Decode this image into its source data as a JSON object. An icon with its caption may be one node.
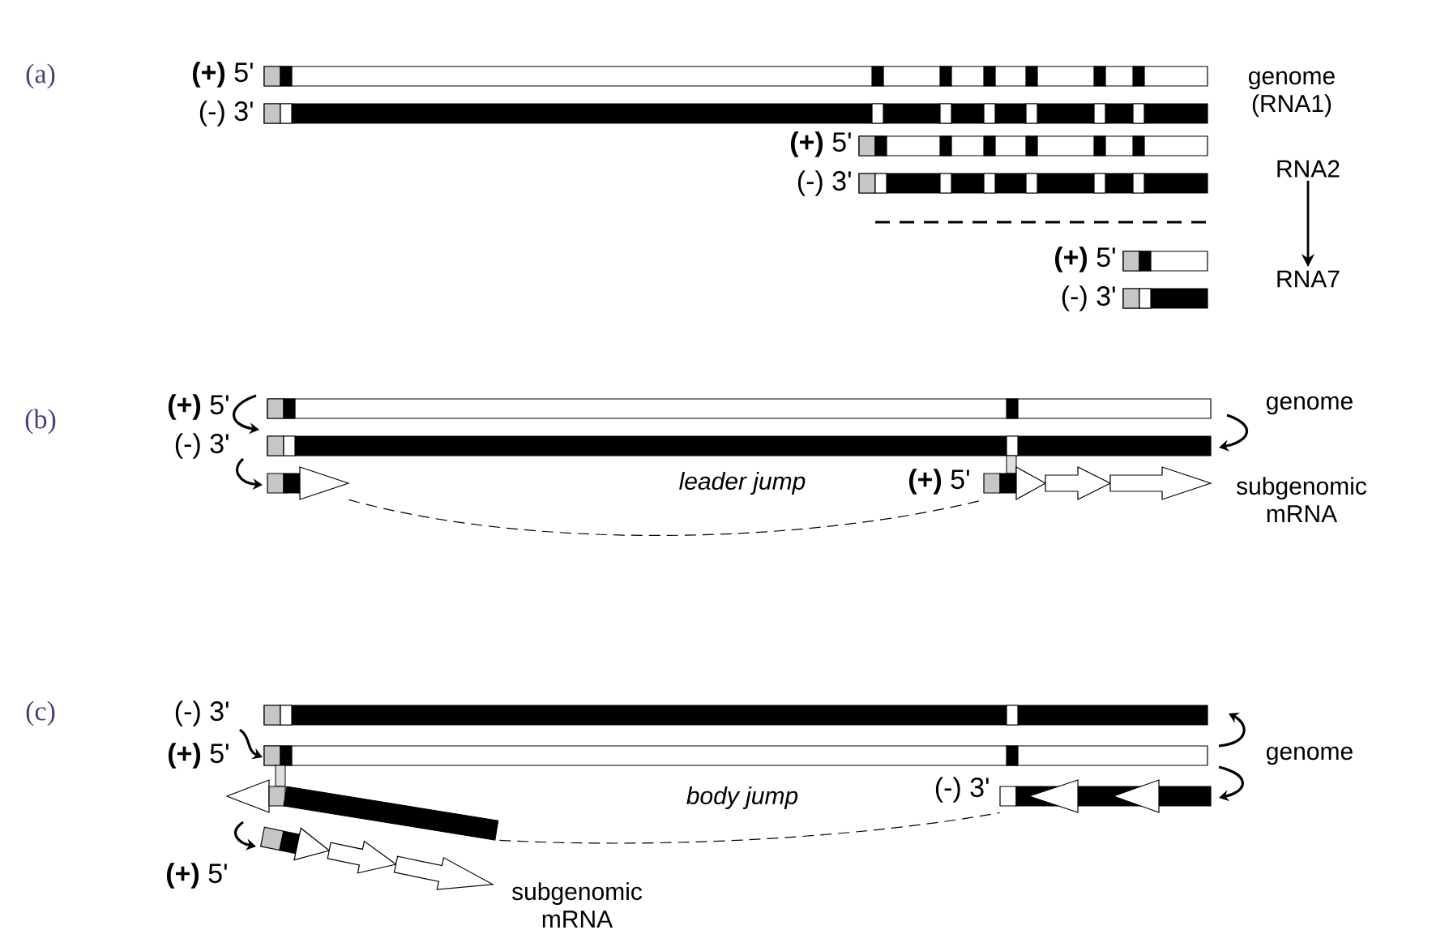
{
  "diagram": {
    "nodes": [
      {
        "text": [
          "RNA2"
        ]
      },
      {
        "text": [
          "RNA7"
        ]
      },
      {
        "text": [],
        "shape": "bar"
      },
      {
        "text": [],
        "shape": "bar"
      },
      {
        "text": [],
        "shape": "bar"
      },
      {
        "text": [],
        "shape": "bar"
      }
    ],
    "edges": [
      {
        "from": 0,
        "to": 1,
        "arrow": "to"
      },
      {
        "from": 2,
        "to": 3,
        "arrow": "none",
        "style": "dashed",
        "label": "leader jump"
      },
      {
        "from": 4,
        "to": 5,
        "arrow": "none",
        "style": "dashed",
        "label": "body jump"
      }
    ],
    "labels": [
      "(a)",
      "**(+)** 5'",
      "(-) 3'",
      "genome (RNA1)",
      "**(+)** 5'",
      "(-) 3'",
      "**(+)** 5'",
      "(-) 3'",
      "(b)",
      "**(+)** 5'",
      "(-) 3'",
      "genome",
      "**(+)** 5'",
      "subgenomic mRNA",
      "(c)",
      "(-) 3'",
      "**(+)** 5'",
      "genome",
      "(-) 3'",
      "**(+)** 5'",
      "subgenomic mRNA"
    ]
  }
}
